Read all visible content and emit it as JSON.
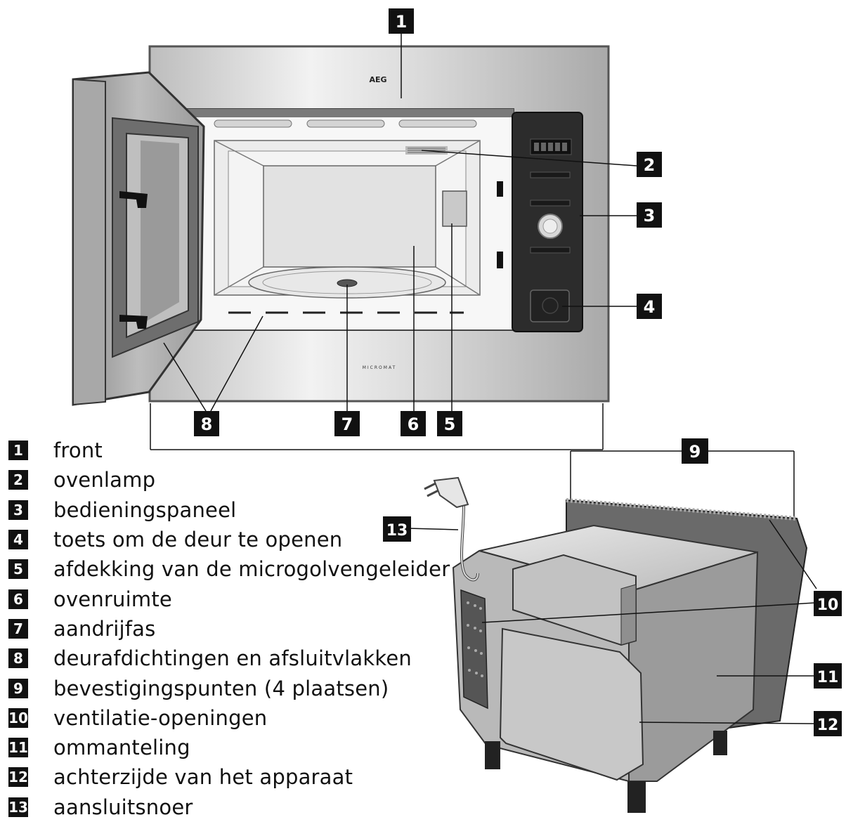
{
  "brand": {
    "logo": "AEG",
    "model": "MICROMAT"
  },
  "callout_numbers": [
    "1",
    "2",
    "3",
    "4",
    "5",
    "6",
    "7",
    "8",
    "9",
    "10",
    "11",
    "12",
    "13"
  ],
  "legend": [
    {
      "number": "1",
      "text": "front"
    },
    {
      "number": "2",
      "text": "ovenlamp"
    },
    {
      "number": "3",
      "text": "bedieningspaneel"
    },
    {
      "number": "4",
      "text": "toets om de deur te openen"
    },
    {
      "number": "5",
      "text": "afdekking van de microgolvengeleider"
    },
    {
      "number": "6",
      "text": "ovenruimte"
    },
    {
      "number": "7",
      "text": "aandrijfas"
    },
    {
      "number": "8",
      "text": "deurafdichtingen en afsluitvlakken"
    },
    {
      "number": "9",
      "text": "bevestigingspunten (4 plaatsen)"
    },
    {
      "number": "10",
      "text": "ventilatie-openingen"
    },
    {
      "number": "11",
      "text": "ommanteling"
    },
    {
      "number": "12",
      "text": "achterzijde van het apparaat"
    },
    {
      "number": "13",
      "text": "aansluitsnoer"
    }
  ],
  "colors": {
    "label_bg": "#111111",
    "label_fg": "#ffffff",
    "steel": "#cfcfcf",
    "panel": "#2a2a2a"
  }
}
